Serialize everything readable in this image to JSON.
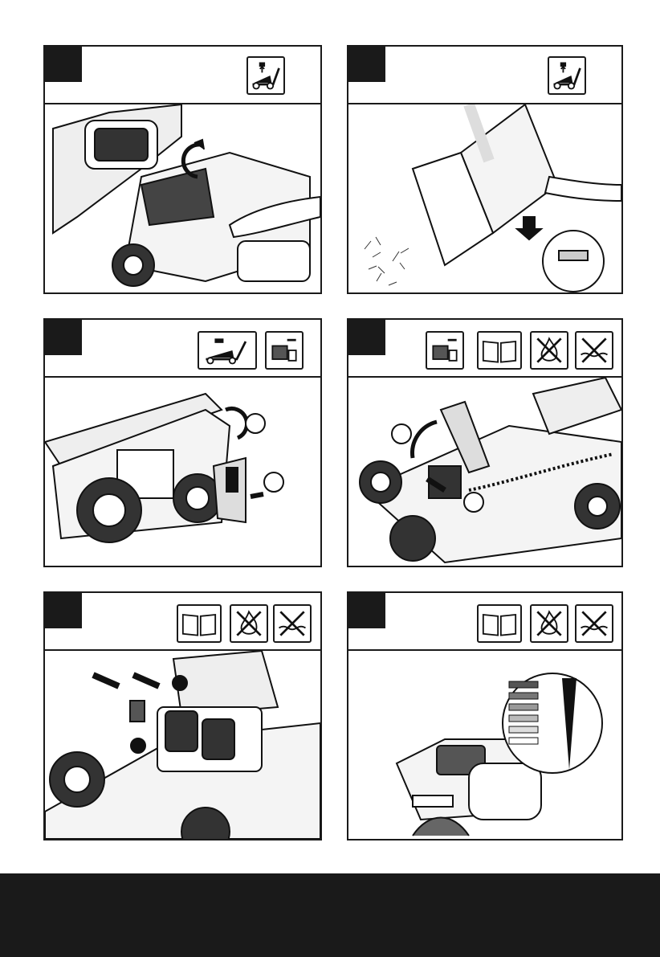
{
  "panels": [
    {
      "step": "",
      "icons": [
        "mower-cut-height-icon"
      ],
      "callouts": []
    },
    {
      "step": "",
      "icons": [
        "mower-cut-height-icon"
      ],
      "callouts": []
    },
    {
      "step": "",
      "icons": [
        "mower-cut-height-icon",
        "battery-remove-icon"
      ],
      "callouts": [
        "",
        ""
      ]
    },
    {
      "step": "",
      "icons": [
        "battery-remove-icon",
        "manual-book-icon",
        "no-fire-icon",
        "no-water-icon"
      ],
      "callouts": [
        "",
        ""
      ]
    },
    {
      "step": "",
      "icons": [
        "manual-book-icon",
        "no-fire-icon",
        "no-water-icon"
      ],
      "callouts": [
        "",
        ""
      ]
    },
    {
      "step": "",
      "icons": [
        "manual-book-icon",
        "no-fire-icon",
        "no-water-icon"
      ],
      "callouts": []
    }
  ],
  "battery_level_indicator": {
    "levels": [
      4,
      3,
      2,
      1,
      0
    ]
  }
}
